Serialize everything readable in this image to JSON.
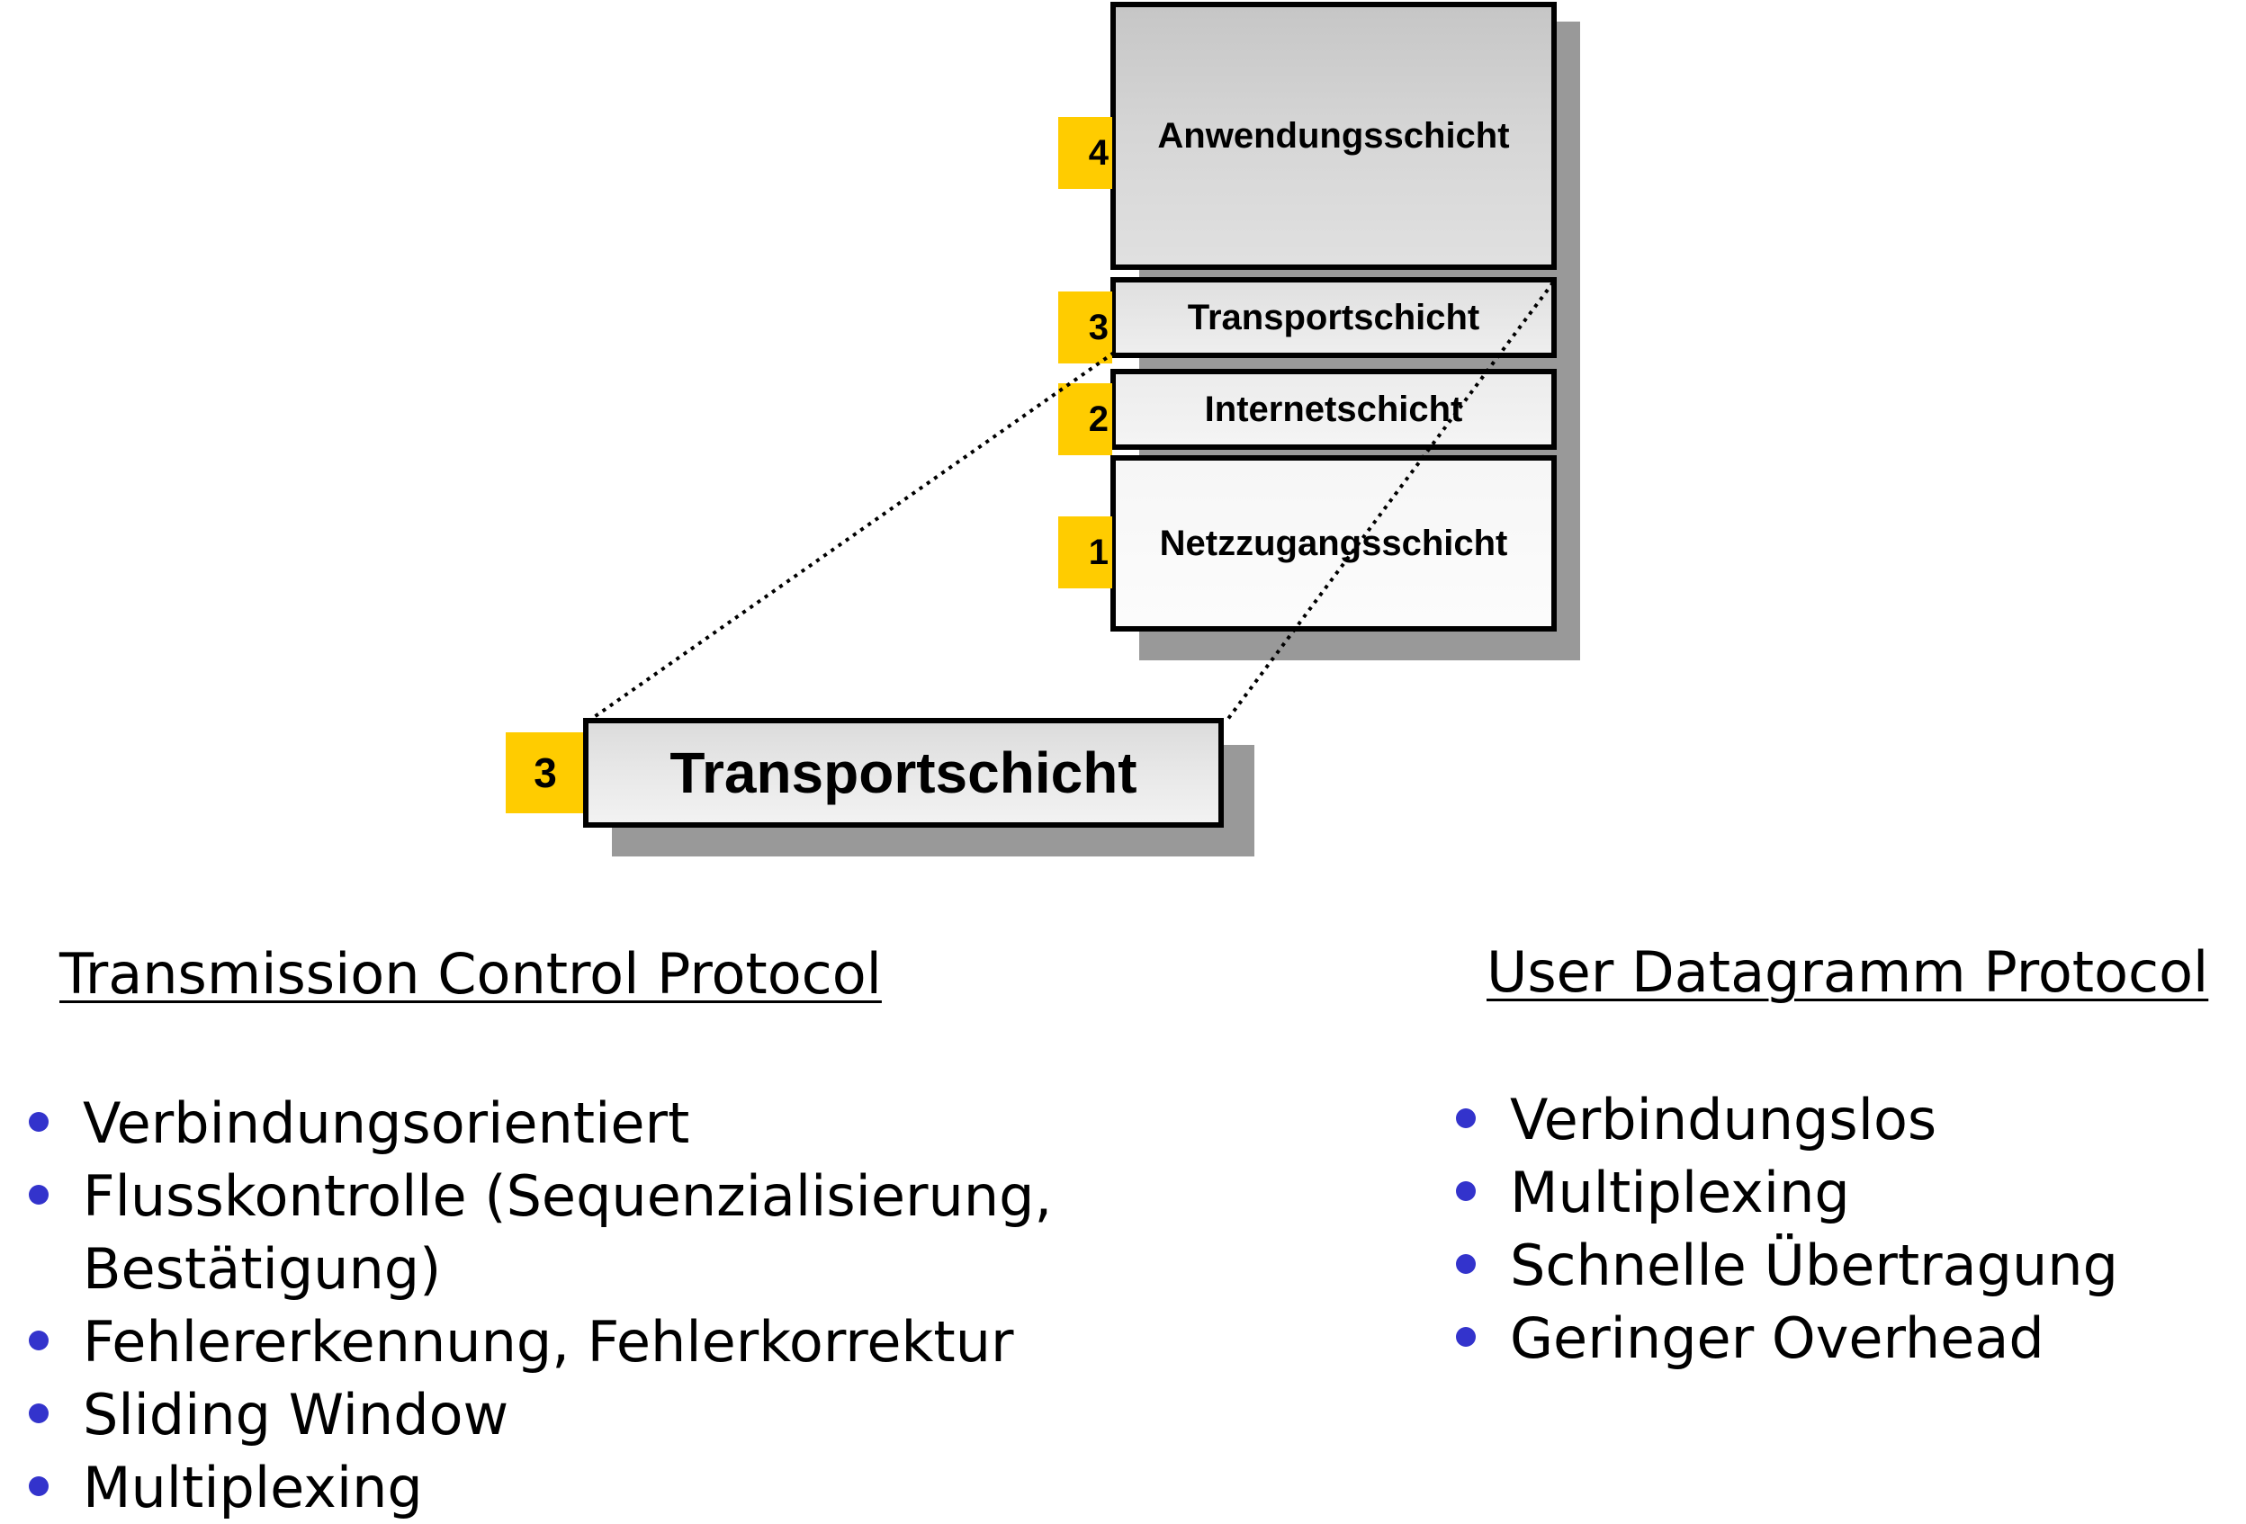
{
  "stack": {
    "layers": [
      {
        "number": "4",
        "label": "Anwendungsschicht"
      },
      {
        "number": "3",
        "label": "Transportschicht"
      },
      {
        "number": "2",
        "label": "Internetschicht"
      },
      {
        "number": "1",
        "label": "Netzzugangsschicht"
      }
    ]
  },
  "zoom": {
    "number": "3",
    "label": "Transportschicht"
  },
  "tcp": {
    "heading": "Transmission Control Protocol",
    "items": [
      "Verbindungsorientiert",
      "Flusskontrolle (Sequenzialisierung,\nBestätigung)",
      "Fehlererkennung, Fehlerkorrektur",
      "Sliding Window",
      "Multiplexing"
    ]
  },
  "udp": {
    "heading": "User Datagramm Protocol",
    "items": [
      "Verbindungslos",
      "Multiplexing",
      "Schnelle Übertragung",
      "Geringer Overhead"
    ]
  },
  "colors": {
    "badge": "#FFCC00",
    "bullet": "#3333CC",
    "shadow": "#999999"
  }
}
